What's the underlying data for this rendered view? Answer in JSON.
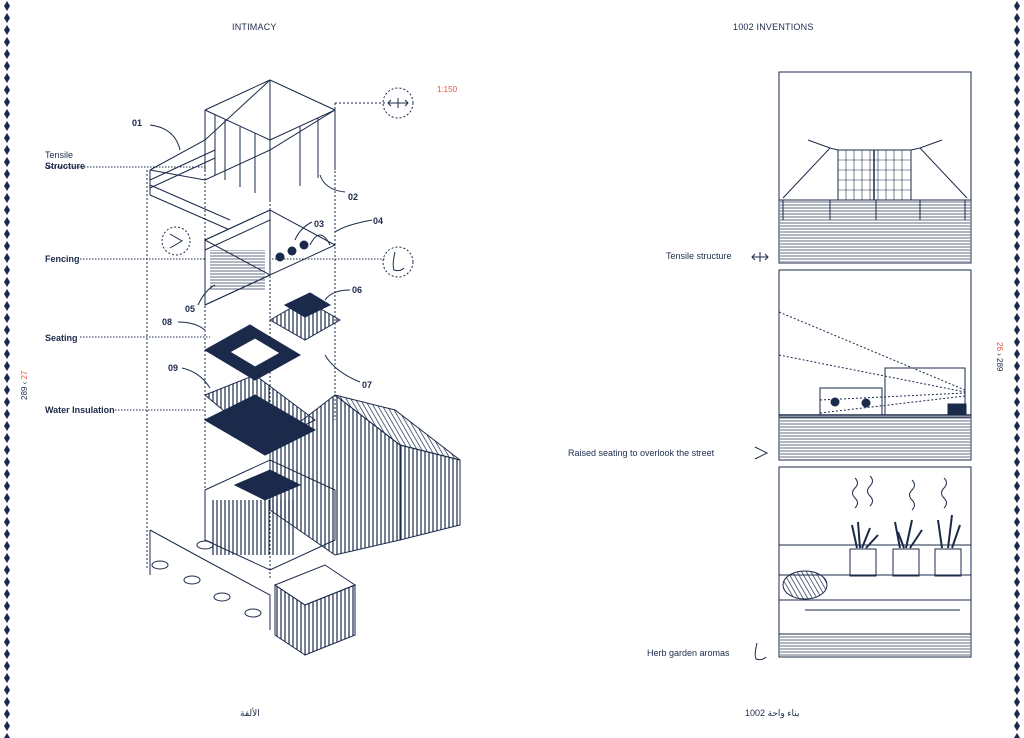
{
  "left_page": {
    "header": "INTIMACY",
    "footer": "الألفة",
    "scale": "1:150",
    "page_number": {
      "current": "27",
      "total": "289"
    },
    "labels": {
      "tensile_line1": "Tensile",
      "tensile_line2": "Structure",
      "fencing": "Fencing",
      "seating": "Seating",
      "water_insulation": "Water Insulation"
    },
    "callouts": [
      "01",
      "02",
      "03",
      "04",
      "05",
      "06",
      "07",
      "08",
      "09"
    ]
  },
  "right_page": {
    "header": "1002 INVENTIONS",
    "footer": "بناء واحة 1002",
    "page_number": {
      "current": "26",
      "total": "289"
    },
    "panel_labels": {
      "tensile": "Tensile structure",
      "raised_seating": "Raised seating to overlook the street",
      "herb_garden": "Herb garden aromas"
    }
  },
  "colors": {
    "ink": "#1b2a4a",
    "accent": "#e0553f",
    "paper": "#ffffff"
  },
  "icons": [
    "tensile-arrows-icon",
    "eye-icon",
    "nose-icon"
  ]
}
